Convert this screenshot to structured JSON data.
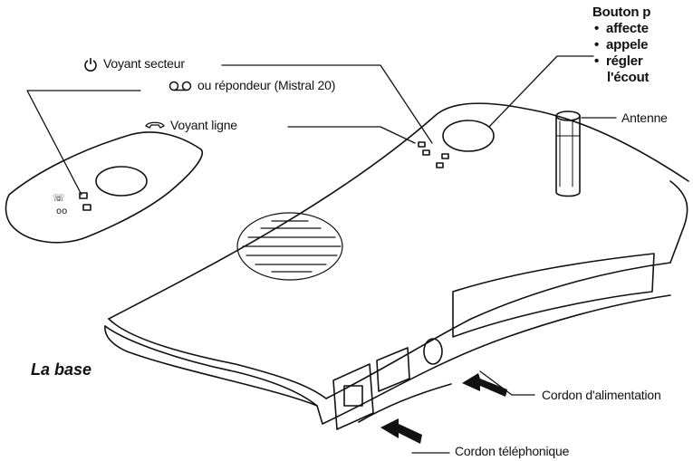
{
  "labels": {
    "power_led": "Voyant secteur",
    "answering_led": "ou répondeur (Mistral 20)",
    "line_led": "Voyant ligne",
    "antenna": "Antenne",
    "power_cord": "Cordon d'alimentation",
    "phone_cord": "Cordon téléphonique",
    "caption": "La base"
  },
  "button_info": {
    "title": "Bouton p",
    "lines": [
      "affecte",
      "appele",
      "régler",
      "l'écout"
    ]
  },
  "icons": {
    "power": "power-icon",
    "answering": "tape-reel-icon",
    "line": "telephone-icon"
  },
  "colors": {
    "ink": "#111111",
    "background": "#ffffff"
  }
}
